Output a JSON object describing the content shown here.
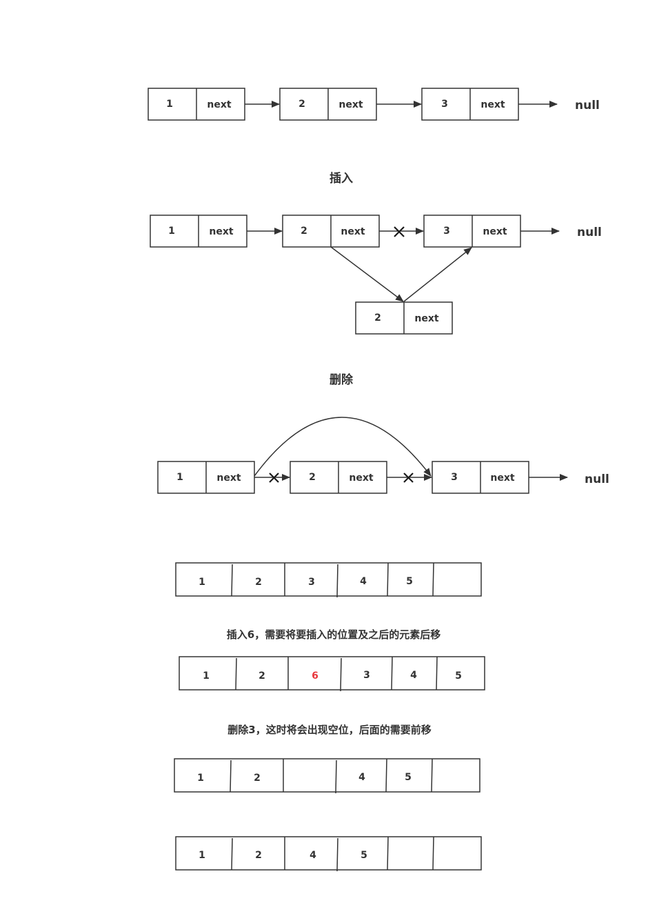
{
  "linked_list": {
    "value_1": "1",
    "value_2": "2",
    "value_3": "3",
    "next_label": "next",
    "null_label": "null"
  },
  "insert_section": {
    "title": "插入",
    "new_node_value": "2"
  },
  "delete_section": {
    "title": "删除"
  },
  "arrays": {
    "original": [
      "1",
      "2",
      "3",
      "4",
      "5",
      ""
    ],
    "insert_caption": "插入6，需要将要插入的位置及之后的元素后移",
    "after_insert": [
      "1",
      "2",
      "6",
      "3",
      "4",
      "5"
    ],
    "delete_caption": "删除3，这时将会出现空位，后面的需要前移",
    "after_delete_gap": [
      "1",
      "2",
      "",
      "4",
      "5",
      ""
    ],
    "after_delete_shift": [
      "1",
      "2",
      "4",
      "5",
      "",
      ""
    ]
  },
  "colors": {
    "stroke": "#333333",
    "text": "#333333",
    "highlight": "#e8383d"
  }
}
